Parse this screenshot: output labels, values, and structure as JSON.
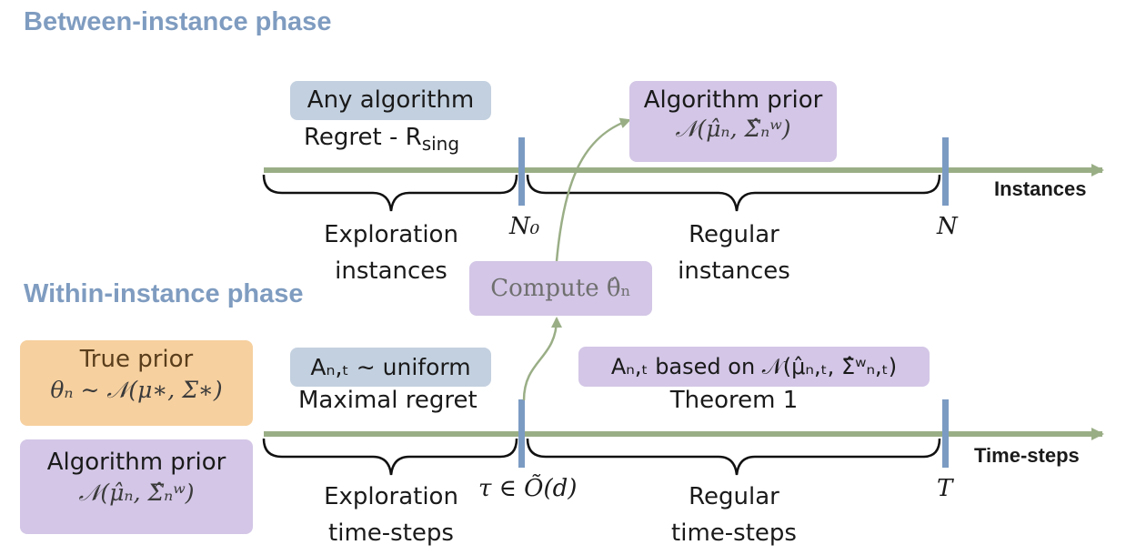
{
  "headings": {
    "between": "Between-instance phase",
    "within": "Within-instance phase"
  },
  "top": {
    "any_algorithm": "Any algorithm",
    "regret": "Regret - R",
    "regret_sub": "sing",
    "algo_prior_title": "Algorithm prior",
    "algo_prior_formula": "𝒩(μ̂ₙ, Σ̂ₙʷ)",
    "axis_label": "Instances",
    "n0": "N₀",
    "n": "N",
    "exploration": "Exploration",
    "exploration2": "instances",
    "regular": "Regular",
    "regular2": "instances"
  },
  "middle": {
    "compute": "Compute θ̂ₙ"
  },
  "bottom": {
    "true_prior_title": "True prior",
    "true_prior_formula": "θₙ ∼ 𝒩(μ∗, Σ∗)",
    "algo_prior_title": "Algorithm prior",
    "algo_prior_formula": "𝒩(μ̂ₙ, Σ̂ₙʷ)",
    "uniform": "Aₙ,ₜ ∼ uniform",
    "maximal_regret": "Maximal regret",
    "based_on": "Aₙ,ₜ based on 𝒩(μ̂ₙ,ₜ, Σ̂ʷₙ,ₜ)",
    "theorem": "Theorem 1",
    "axis_label": "Time-steps",
    "tau": "τ ∈ Õ(d)",
    "t": "T",
    "exploration": "Exploration",
    "exploration2": "time-steps",
    "regular": "Regular",
    "regular2": "time-steps"
  },
  "colors": {
    "axis": "#9aae86",
    "tick": "#7b9bc3",
    "heading": "#7f9cc0",
    "blue_box": "#c3d0df",
    "purple_box": "#d3c6e6",
    "orange_box": "#f6d09f"
  }
}
